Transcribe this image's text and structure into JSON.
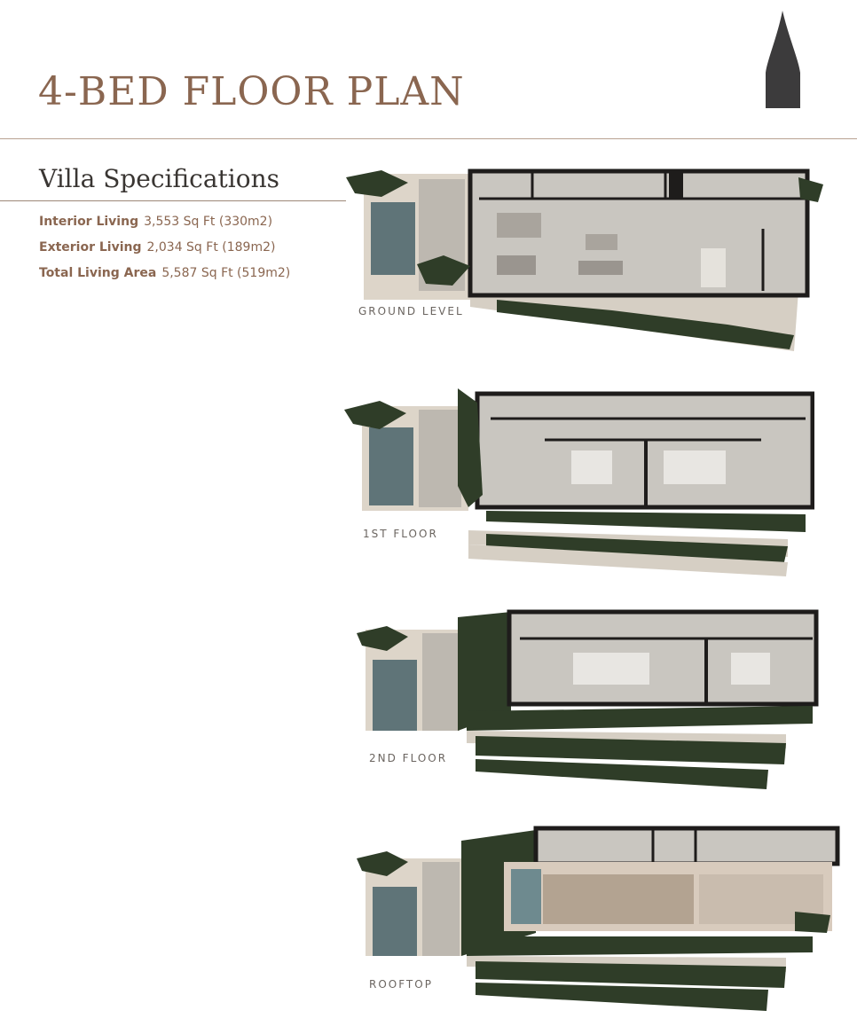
{
  "page": {
    "title": "4-BED FLOOR PLAN"
  },
  "specifications": {
    "heading": "Villa Specifications",
    "items": [
      {
        "label": "Interior Living",
        "value": "3,553 Sq Ft (330m2)"
      },
      {
        "label": "Exterior Living",
        "value": "2,034 Sq Ft (189m2)"
      },
      {
        "label": "Total Living Area",
        "value": "5,587 Sq Ft (519m2)"
      }
    ]
  },
  "levels": [
    {
      "label": "GROUND LEVEL"
    },
    {
      "label": "1ST FLOOR"
    },
    {
      "label": "2ND FLOOR"
    },
    {
      "label": "ROOFTOP"
    }
  ],
  "colors": {
    "brand": "#8a6650",
    "heading_text": "#3a3633",
    "logo": "#3c3b3c",
    "pool_water": "#5f7478",
    "foliage": "#2f3d28",
    "walls": "#1e1c1b",
    "floor": "#c9c6c0"
  },
  "icons": {
    "logo": "spire-logo-icon"
  }
}
